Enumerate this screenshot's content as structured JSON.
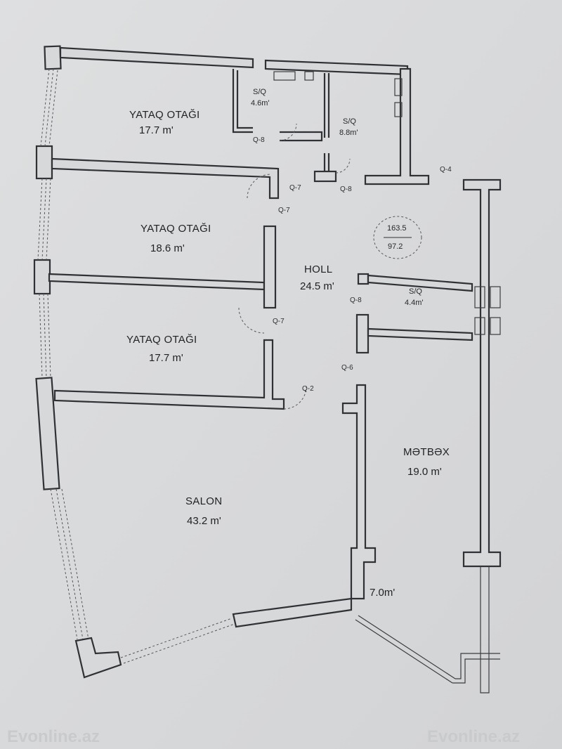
{
  "rooms": {
    "bedroom_top": {
      "name": "YATAQ OTAĞI",
      "area": "17.7 m'"
    },
    "bedroom_mid": {
      "name": "YATAQ OTAĞI",
      "area": "18.6 m'"
    },
    "bedroom_bottom": {
      "name": "YATAQ OTAĞI",
      "area": "17.7 m'"
    },
    "salon": {
      "name": "SALON",
      "area": "43.2 m'"
    },
    "holl": {
      "name": "HOLL",
      "area": "24.5 m'"
    },
    "kitchen": {
      "name": "MƏTBƏX",
      "area": "19.0 m'"
    },
    "bath_small": {
      "name": "S/Q",
      "area": "4.6m'"
    },
    "bath_right": {
      "name": "S/Q",
      "area": "8.8m'"
    },
    "bath_holl": {
      "name": "S/Q",
      "area": "4.4m'"
    },
    "balcony": {
      "area": "7.0m'"
    }
  },
  "door_codes": {
    "q8_a": "Q-8",
    "q7_a": "Q-7",
    "q8_b": "Q-8",
    "q4": "Q-4",
    "q7_b": "Q-7",
    "q8_c": "Q-8",
    "q7_c": "Q-7",
    "q6": "Q-6",
    "q2": "Q-2"
  },
  "area_totals": {
    "total": "163.5",
    "living": "97.2"
  },
  "watermark": {
    "left": "Evonline.az",
    "right": "Evonline.az"
  }
}
